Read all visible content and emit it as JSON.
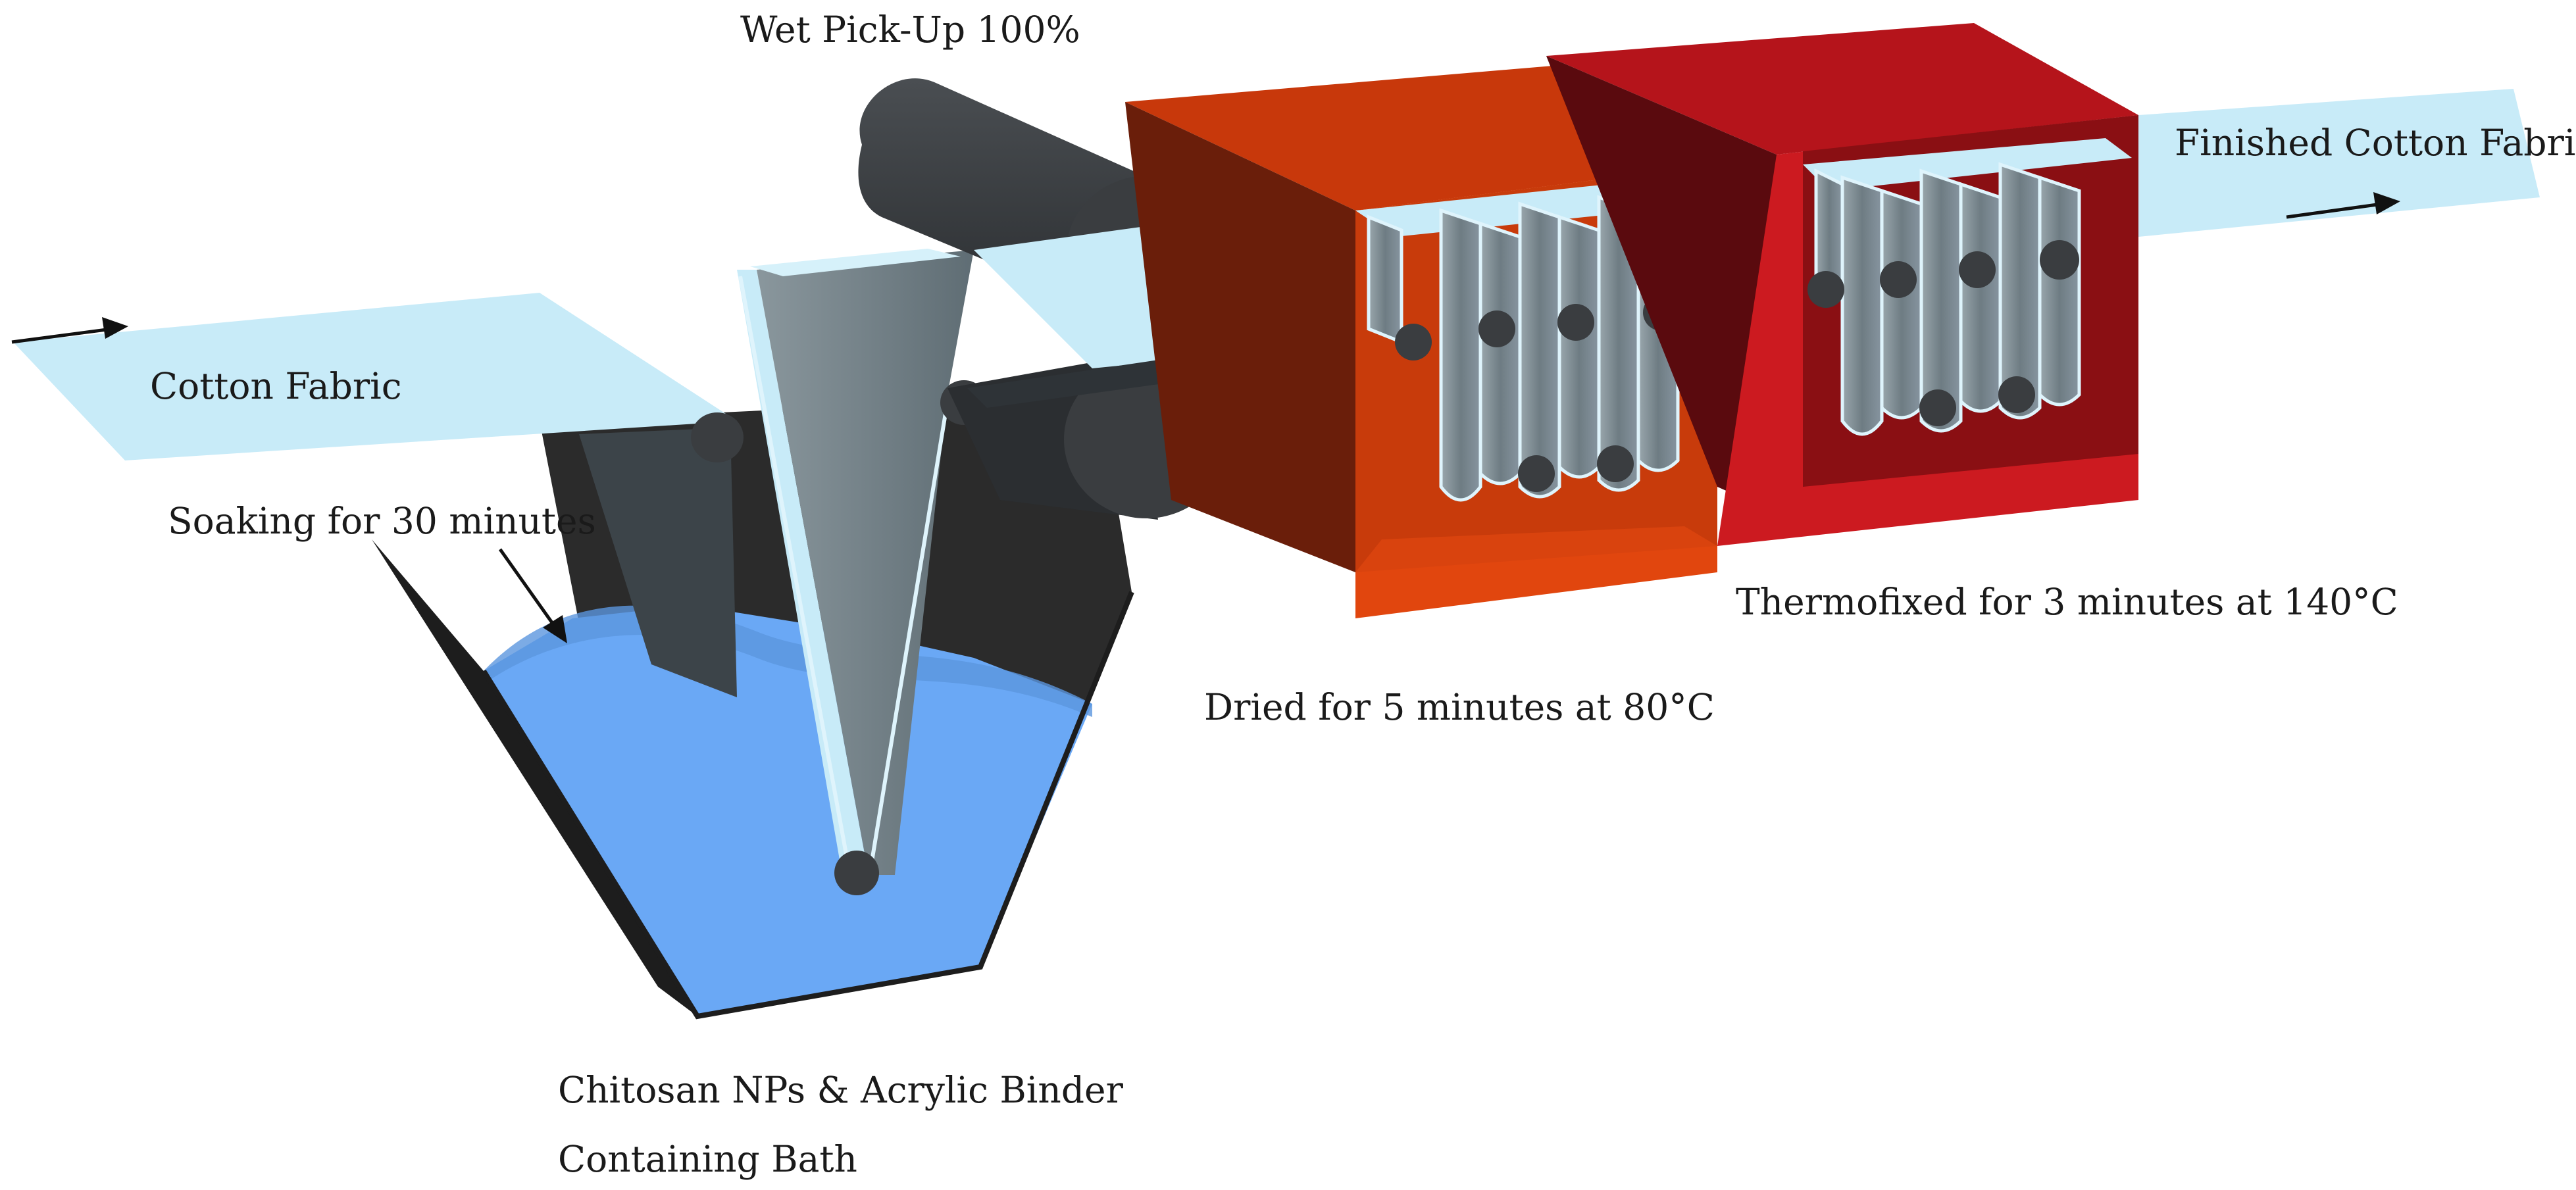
{
  "labels": {
    "input": "Cotton Fabric",
    "soaking": "Soaking for 30 minutes",
    "pickup": "Wet Pick-Up 100%",
    "output": "Finished Cotton Fabric",
    "drying": "Dried for 5 minutes at 80°C",
    "thermofix": "Thermofixed for 3 minutes at 140°C",
    "bath_line1": "Chitosan NPs & Acrylic Binder",
    "bath_line2": "Containing Bath"
  },
  "colors": {
    "fabric": "#c8ebf8",
    "fabric_wet": "#6b7b83",
    "bath_liquid": "#6aa8f5",
    "tank": "#252525",
    "roller": "#3a3d40",
    "dryer": "#d9430e",
    "dryer_dark": "#6a1e0a",
    "thermofixer": "#c9181f",
    "thermofixer_dark": "#5a0a0e"
  }
}
